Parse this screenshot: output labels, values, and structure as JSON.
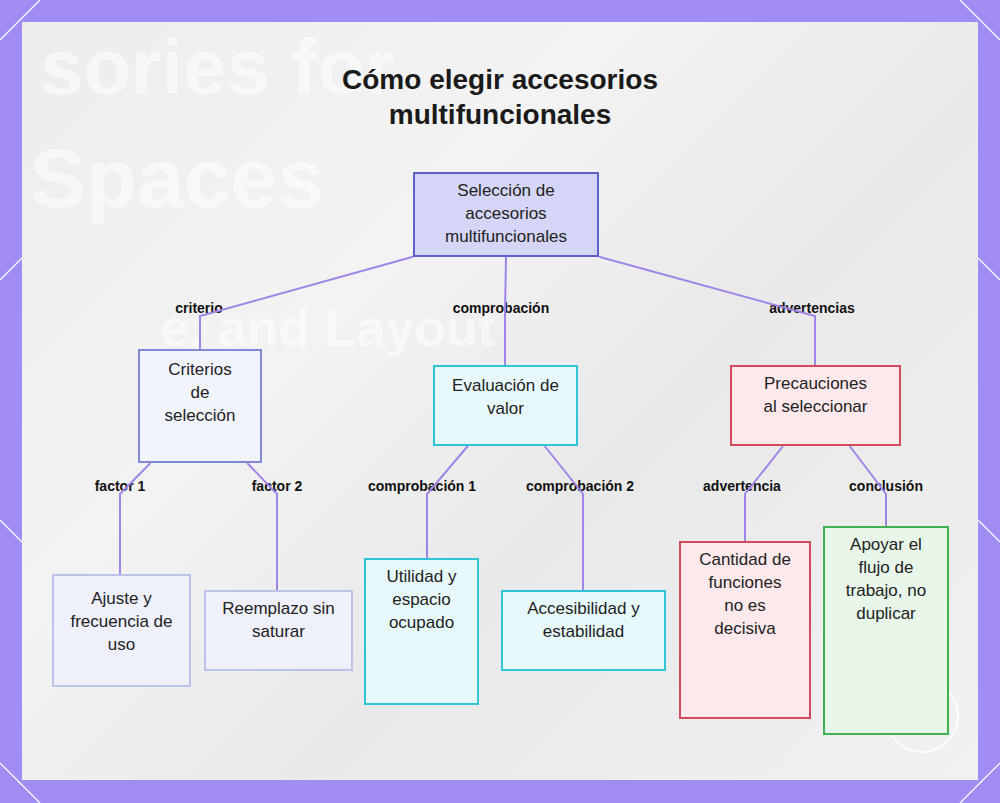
{
  "diagram": {
    "title": "Cómo elegir accesorios multifuncionales",
    "nodes": [
      {
        "text": [
          "Selección de accesorios multifuncionales"
        ]
      },
      {
        "text": [
          "Criterios de selección"
        ]
      },
      {
        "text": [
          "Evaluación de valor"
        ]
      },
      {
        "text": [
          "Precauciones al seleccionar"
        ]
      },
      {
        "text": [
          "Ajuste y frecuencia de uso"
        ]
      },
      {
        "text": [
          "Reemplazo sin saturar"
        ]
      },
      {
        "text": [
          "Utilidad y espacio ocupado"
        ]
      },
      {
        "text": [
          "Accesibilidad y estabilidad"
        ]
      },
      {
        "text": [
          "Cantidad de funciones no es decisiva"
        ]
      },
      {
        "text": [
          "Apoyar el flujo de trabajo, no duplicar"
        ]
      }
    ],
    "edges": [
      {
        "from": 0,
        "to": 1,
        "label": "criterio",
        "arrow": "none"
      },
      {
        "from": 0,
        "to": 2,
        "label": "comprobación",
        "arrow": "none"
      },
      {
        "from": 0,
        "to": 3,
        "label": "advertencias",
        "arrow": "none"
      },
      {
        "from": 1,
        "to": 4,
        "label": "factor 1",
        "arrow": "none"
      },
      {
        "from": 1,
        "to": 5,
        "label": "factor 2",
        "arrow": "none"
      },
      {
        "from": 2,
        "to": 6,
        "label": "comprobación 1",
        "arrow": "none"
      },
      {
        "from": 2,
        "to": 7,
        "label": "comprobación 2",
        "arrow": "none"
      },
      {
        "from": 3,
        "to": 8,
        "label": "advertencia",
        "arrow": "none"
      },
      {
        "from": 3,
        "to": 9,
        "label": "conclusión",
        "arrow": "none"
      }
    ],
    "labels": [
      "sories for",
      "Spaces",
      "e, and Layout"
    ]
  }
}
